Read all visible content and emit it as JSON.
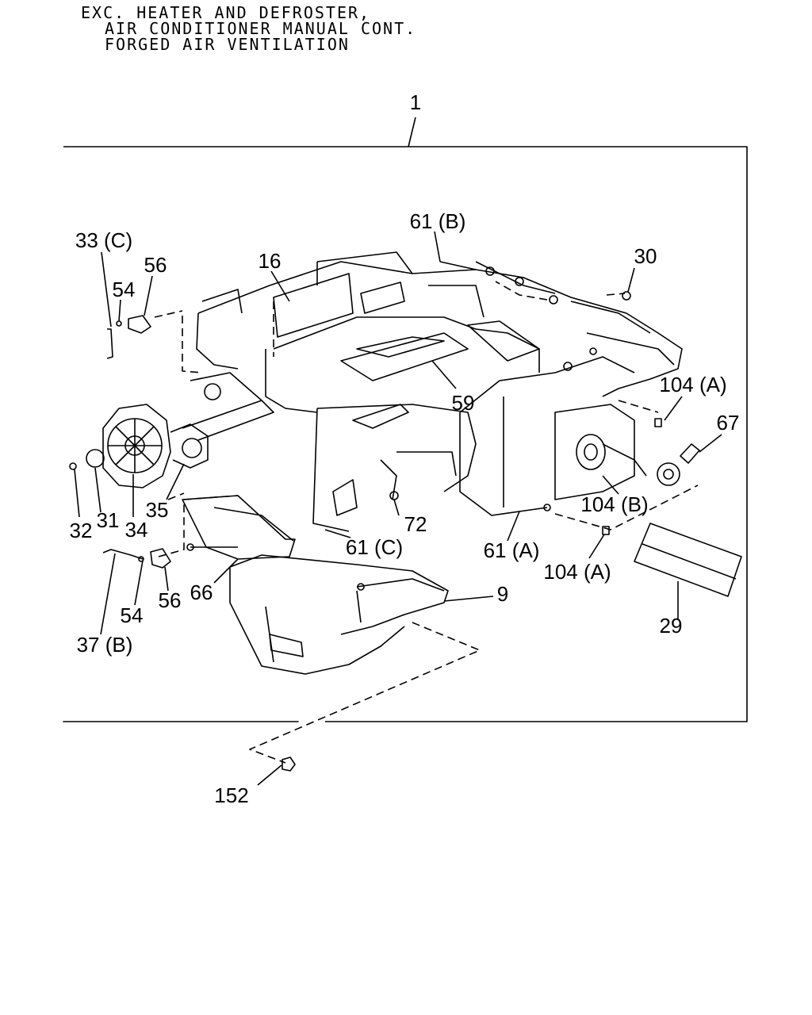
{
  "header": {
    "lines": [
      "EXC. HEATER AND DEFROSTER,",
      "AIR CONDITIONER MANUAL CONT.",
      "FORGED AIR VENTILATION"
    ]
  },
  "callouts": {
    "c1": "1",
    "c61b": "61 (B)",
    "c33c": "33 (C)",
    "c56a": "56",
    "c16": "16",
    "c30": "30",
    "c54a": "54",
    "c104a1": "104 (A)",
    "c67": "67",
    "c59": "59",
    "c104b": "104 (B)",
    "c35": "35",
    "c72": "72",
    "c32": "32",
    "c31": "31",
    "c34": "34",
    "c61c": "61 (C)",
    "c61a": "61 (A)",
    "c104a2": "104 (A)",
    "c66": "66",
    "c56b": "56",
    "c9": "9",
    "c54b": "54",
    "c29": "29",
    "c37b": "37 (B)",
    "c152": "152"
  }
}
